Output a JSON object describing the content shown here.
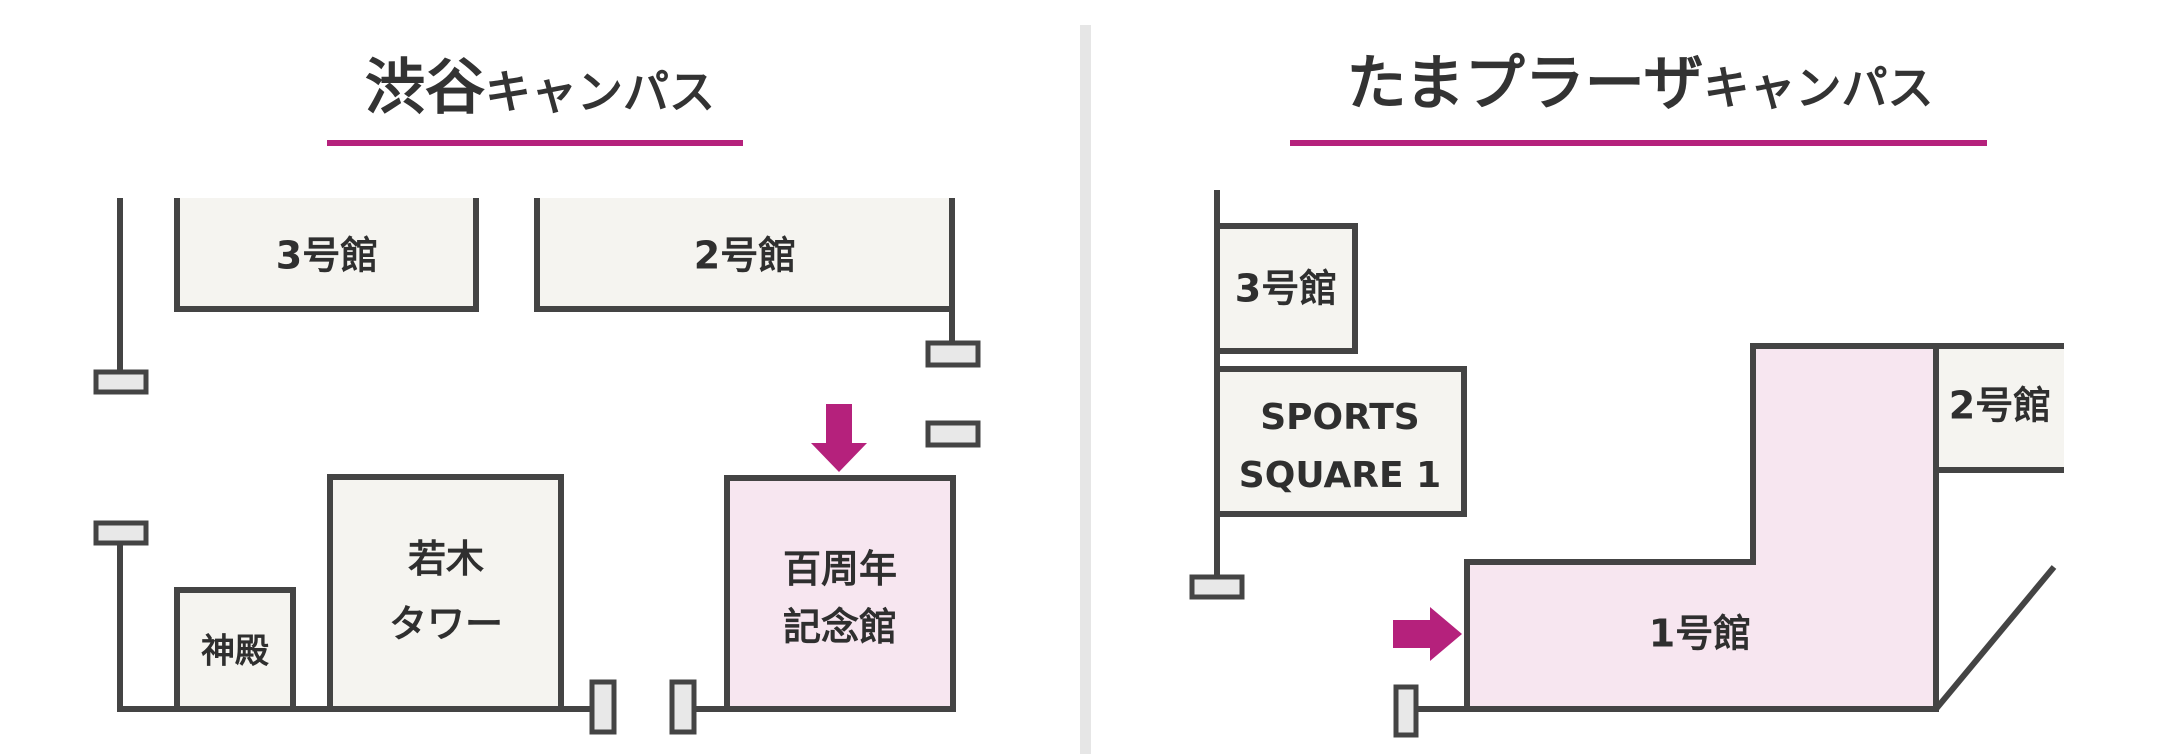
{
  "colors": {
    "accent": "#b5217c",
    "highlight_fill": "#f7e6f0",
    "building_fill": "#f5f4f0",
    "stroke": "#444444",
    "gate_fill": "#e8e8e8",
    "divider": "#e6e6e6"
  },
  "shibuya": {
    "title_main": "渋谷",
    "title_sub": "キャンパス",
    "buildings": {
      "b3": "3号館",
      "b2": "2号館",
      "wakagi_line1": "若木",
      "wakagi_line2": "タワー",
      "shinden": "神殿",
      "hyakushu_line1": "百周年",
      "hyakushu_line2": "記念館"
    }
  },
  "tama": {
    "title_main": "たまプラーザ",
    "title_sub": "キャンパス",
    "buildings": {
      "b3": "3号館",
      "sports_line1": "SPORTS",
      "sports_line2": "SQUARE 1",
      "b2": "2号館",
      "b1": "1号館"
    }
  }
}
